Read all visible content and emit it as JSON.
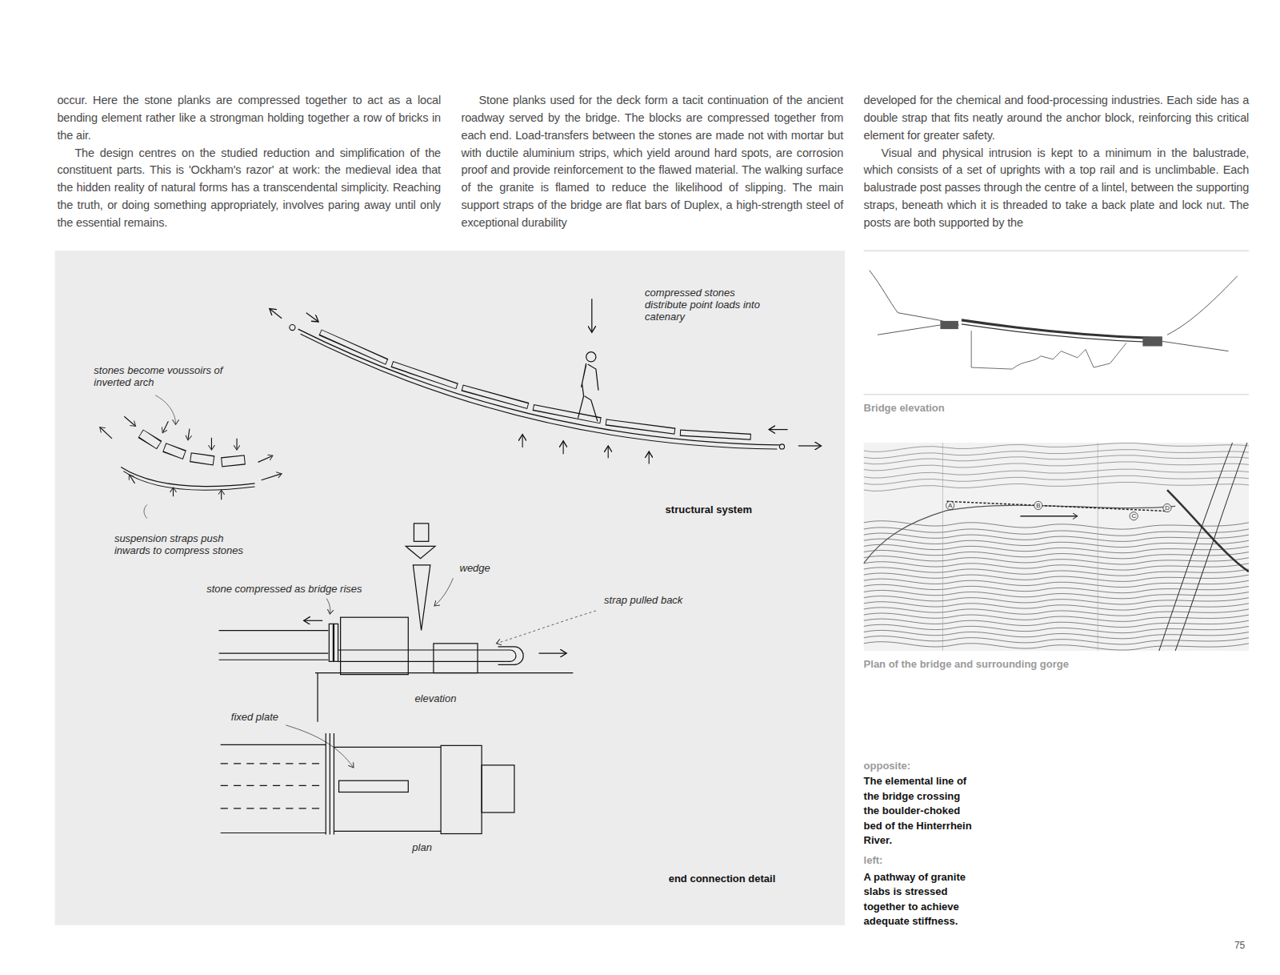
{
  "diagram": {
    "labels": [
      "occur. Here the stone planks are compressed together to act as a local bending element rather like a strongman holding together a row of bricks in the air.",
      "The design centres on the studied reduction and simplification of the constituent parts. This is 'Ockham's razor' at work: the medieval idea that the hidden reality of natural forms has a transcendental simplicity. Reaching the truth, or doing something appropriately, involves paring away until only the essential remains.",
      "Stone planks used for the deck form a tacit continuation of the ancient roadway served by the bridge. The blocks are compressed together from each end. Load-transfers between the stones are made not with mortar but with ductile aluminium strips, which yield around hard spots, are corrosion proof and provide reinforcement to the flawed material. The walking surface of the granite is flamed to reduce the likelihood of slipping. The main support straps of the bridge are flat bars of Duplex, a high-strength steel of exceptional durability",
      "developed for the chemical and food-processing industries. Each side has a double strap that fits neatly around the anchor block, reinforcing this critical element for greater safety.",
      "Visual and physical intrusion is kept to a minimum in the balustrade, which consists of a set of uprights with a top rail and is unclimbable. Each balustrade post passes through the centre of a lintel, between the supporting straps, beneath which it is threaded to take a back plate and lock nut. The posts are both supported by the",
      "compressed stones distribute point loads into catenary",
      "stones become voussoirs of inverted arch",
      "suspension straps push inwards to compress stones",
      "structural system",
      "wedge",
      "stone compressed as bridge rises",
      "strap pulled back",
      "elevation",
      "fixed plate",
      "plan",
      "end connection detail",
      "Bridge elevation",
      "A",
      "B",
      "C",
      "D",
      "Plan of the bridge and surrounding gorge",
      "opposite:",
      "The elemental line of the bridge crossing the boulder-choked bed of the Hinterrhein River.",
      "left:",
      "A pathway of granite slabs is stressed together to achieve adequate stiffness.",
      "75"
    ]
  }
}
